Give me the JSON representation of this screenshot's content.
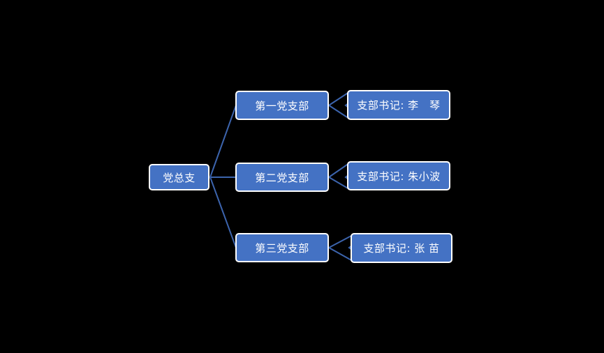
{
  "diagram": {
    "root": {
      "label": "党总支"
    },
    "branches": [
      {
        "label": "第一党支部",
        "secretary": "支部书记: 李　琴"
      },
      {
        "label": "第二党支部",
        "secretary": "支部书记: 朱小波"
      },
      {
        "label": "第三党支部",
        "secretary": "支部书记: 张 苗"
      }
    ]
  },
  "colors": {
    "background": "#000000",
    "node_fill": "#4472C4",
    "node_border": "#FFFFFF",
    "node_text": "#FFFFFF",
    "connector": "#3C64AD"
  }
}
